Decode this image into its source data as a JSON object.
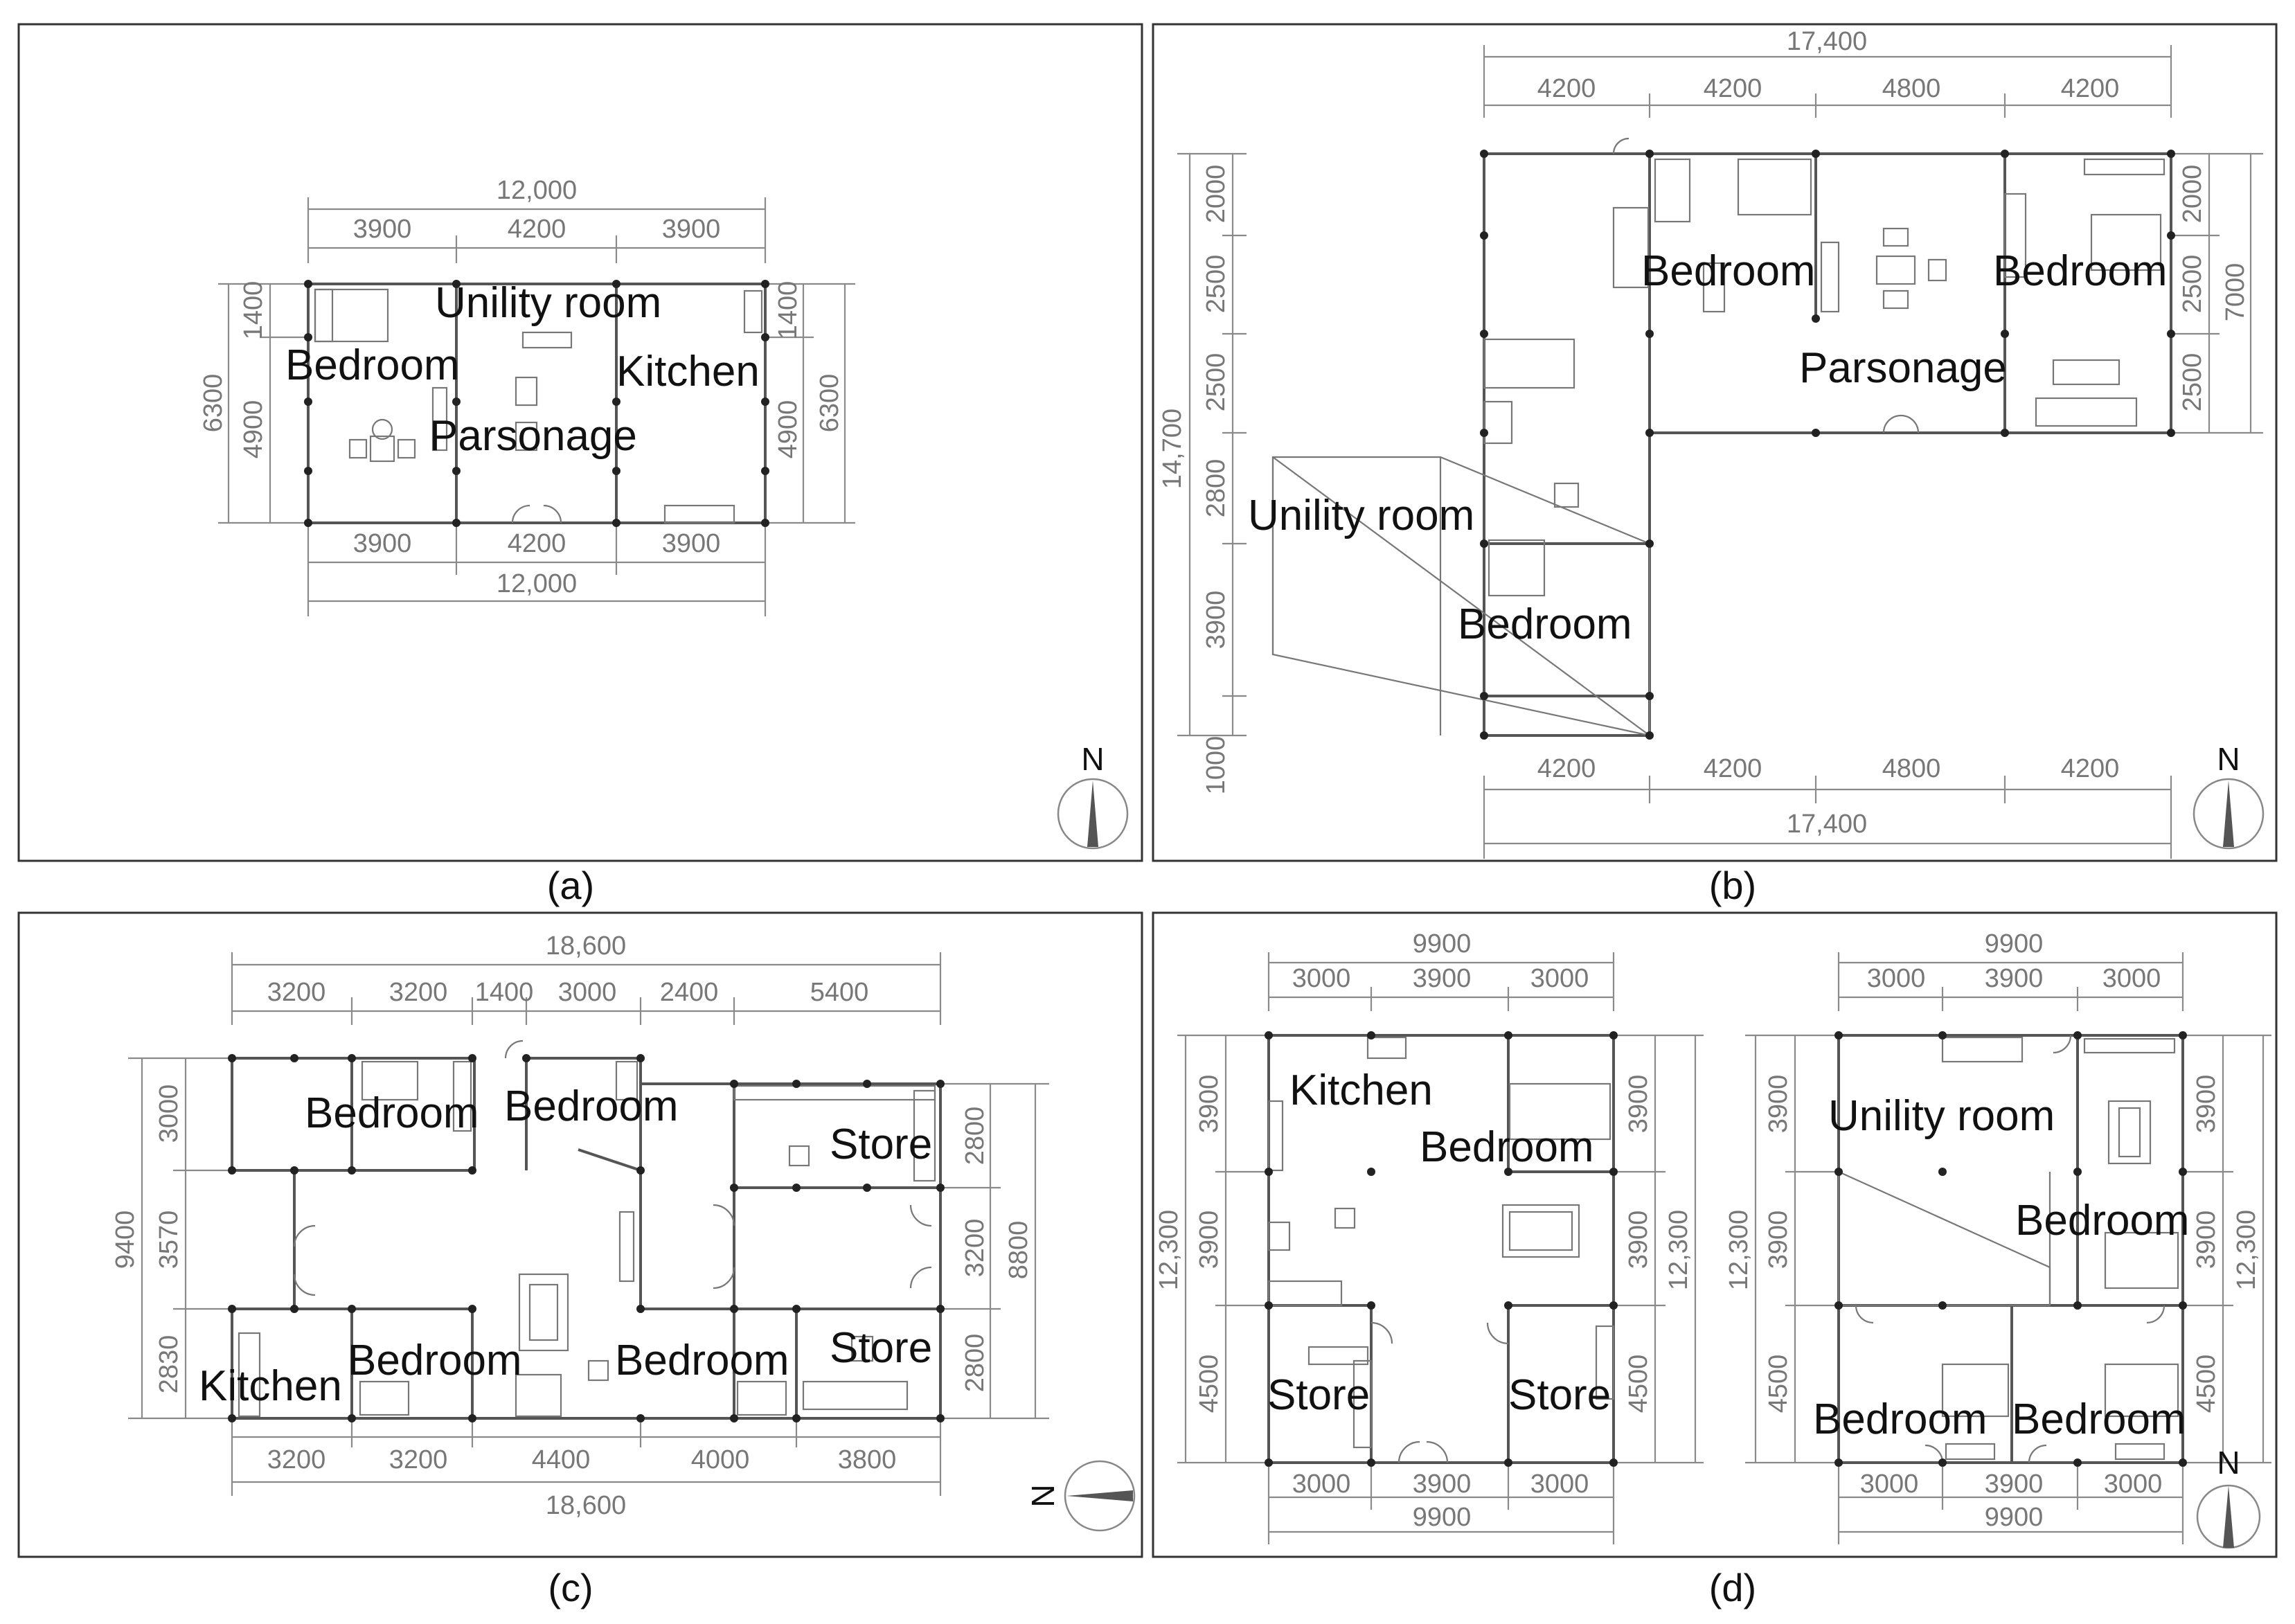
{
  "panels": {
    "a": {
      "caption": "(a)",
      "dims": {
        "total": "12,000",
        "top": [
          "3900",
          "4200",
          "3900"
        ],
        "bottom": [
          "3900",
          "4200",
          "3900"
        ],
        "left_total": "6300",
        "left": [
          "1400",
          "4900"
        ],
        "right": [
          "1400",
          "4900"
        ],
        "right_total": "6300"
      },
      "rooms": {
        "utility": "Unility room",
        "bedroom": "Bedroom",
        "kitchen": "Kitchen",
        "parsonage": "Parsonage"
      },
      "north": "N"
    },
    "b": {
      "caption": "(b)",
      "dims": {
        "total": "17,400",
        "top": [
          "4200",
          "4200",
          "4800",
          "4200"
        ],
        "bottom": [
          "4200",
          "4200",
          "4800",
          "4200"
        ],
        "left_total": "14,700",
        "left": [
          "2000",
          "2500",
          "2500",
          "2800",
          "3900",
          "1000"
        ],
        "right": [
          "2000",
          "2500",
          "2500"
        ],
        "right_total": "7000"
      },
      "rooms": {
        "bedroom1": "Bedroom",
        "bedroom2": "Bedroom",
        "parsonage": "Parsonage",
        "utility": "Unility room",
        "bedroom3": "Bedroom"
      },
      "north": "N"
    },
    "c": {
      "caption": "(c)",
      "dims": {
        "total": "18,600",
        "top": [
          "3200",
          "3200",
          "1400",
          "3000",
          "2400",
          "5400"
        ],
        "bottom": [
          "3200",
          "3200",
          "4400",
          "4000",
          "3800"
        ],
        "left_total": "9400",
        "left": [
          "3000",
          "3570",
          "2830"
        ],
        "right": [
          "2800",
          "3200",
          "2800"
        ],
        "right_total": "8800"
      },
      "rooms": {
        "bedroom1": "Bedroom",
        "bedroom2": "Bedroom",
        "store1": "Store",
        "kitchen": "Kitchen",
        "bedroom3": "Bedroom",
        "bedroom4": "Bedroom",
        "store2": "Store"
      },
      "north": "N"
    },
    "d": {
      "caption": "(d)",
      "left_plan": {
        "dims": {
          "total": "9900",
          "top": [
            "3000",
            "3900",
            "3000"
          ],
          "bottom": [
            "3000",
            "3900",
            "3000"
          ],
          "left_total": "12,300",
          "left": [
            "3900",
            "3900",
            "4500"
          ],
          "right": [
            "3900",
            "3900",
            "4500"
          ],
          "right_total": "12,300"
        },
        "rooms": {
          "kitchen": "Kitchen",
          "bedroom": "Bedroom",
          "store1": "Store",
          "store2": "Store"
        }
      },
      "right_plan": {
        "dims": {
          "total": "9900",
          "top": [
            "3000",
            "3900",
            "3000"
          ],
          "bottom": [
            "3000",
            "3900",
            "3000"
          ],
          "left_total": "12,300",
          "left": [
            "3900",
            "3900",
            "4500"
          ],
          "right": [
            "3900",
            "3900",
            "4500"
          ],
          "right_total": "12,300"
        },
        "rooms": {
          "utility": "Unility room",
          "bedroom1": "Bedroom",
          "bedroom2": "Bedroom",
          "bedroom3": "Bedroom"
        }
      },
      "north": "N"
    }
  }
}
